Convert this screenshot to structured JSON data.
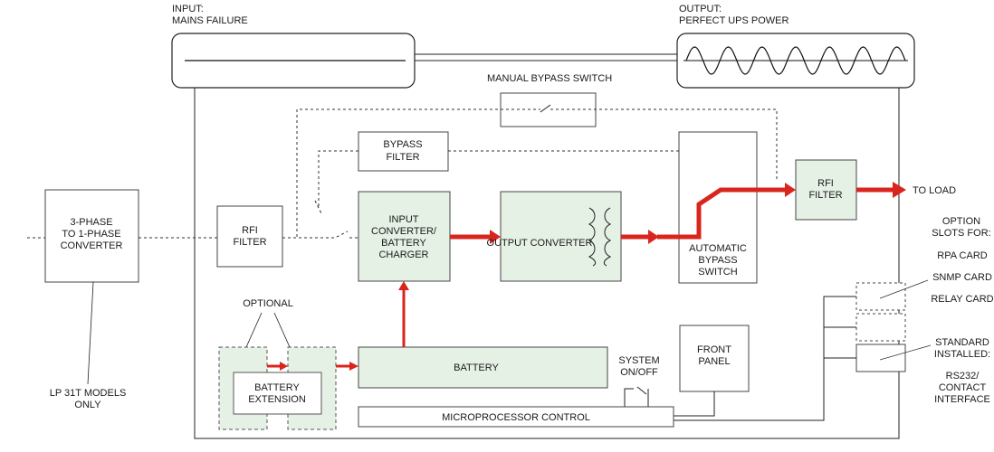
{
  "labels": {
    "input_title": "INPUT:",
    "input_sub": "MAINS FAILURE",
    "output_title": "OUTPUT:",
    "output_sub": "PERFECT UPS POWER",
    "manual_bypass": "MANUAL BYPASS SWITCH",
    "bypass_filter_1": "BYPASS",
    "bypass_filter_2": "FILTER",
    "converter_1": "3-PHASE",
    "converter_2": "TO 1-PHASE",
    "converter_3": "CONVERTER",
    "rfi_in_1": "RFI",
    "rfi_in_2": "FILTER",
    "input_conv_1": "INPUT",
    "input_conv_2": "CONVERTER/",
    "input_conv_3": "BATTERY",
    "input_conv_4": "CHARGER",
    "output_conv": "OUTPUT CONVERTER",
    "auto_bypass_1": "AUTOMATIC",
    "auto_bypass_2": "BYPASS",
    "auto_bypass_3": "SWITCH",
    "rfi_out_1": "RFI",
    "rfi_out_2": "FILTER",
    "to_load": "TO LOAD",
    "option_1": "OPTION",
    "option_2": "SLOTS FOR:",
    "rpa_card": "RPA CARD",
    "snmp_card": "SNMP CARD",
    "relay_card": "RELAY CARD",
    "standard_1": "STANDARD",
    "standard_2": "INSTALLED:",
    "rs232_1": "RS232/",
    "rs232_2": "CONTACT",
    "rs232_3": "INTERFACE",
    "optional": "OPTIONAL",
    "battery_ext_1": "BATTERY",
    "battery_ext_2": "EXTENSION",
    "battery": "BATTERY",
    "system_1": "SYSTEM",
    "system_2": "ON/OFF",
    "front_panel_1": "FRONT",
    "front_panel_2": "PANEL",
    "micro_control": "MICROPROCESSOR CONTROL",
    "lp_note_1": "LP 31T MODELS",
    "lp_note_2": "ONLY"
  },
  "colors": {
    "power_flow": "#d9251d",
    "module_fill": "#e6f1e6",
    "outline": "#444444"
  }
}
